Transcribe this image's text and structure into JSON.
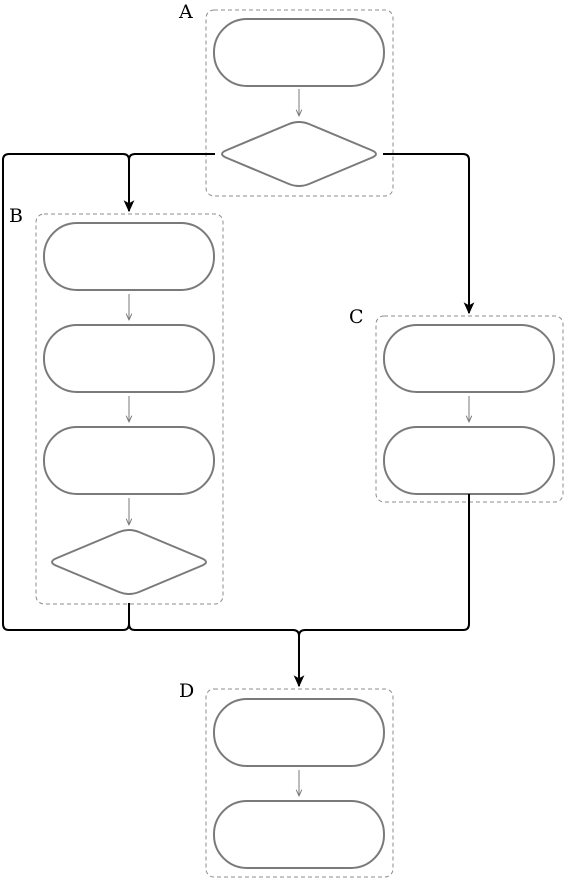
{
  "groups": [
    {
      "id": "A",
      "label": "A"
    },
    {
      "id": "B",
      "label": "B"
    },
    {
      "id": "C",
      "label": "C"
    },
    {
      "id": "D",
      "label": "D"
    }
  ],
  "colors": {
    "node_stroke": "#7a7a7a",
    "group_border": "#8c8c8c",
    "inner_arrow": "#7a7a7a",
    "main_flow": "#000000",
    "background": "#ffffff"
  }
}
